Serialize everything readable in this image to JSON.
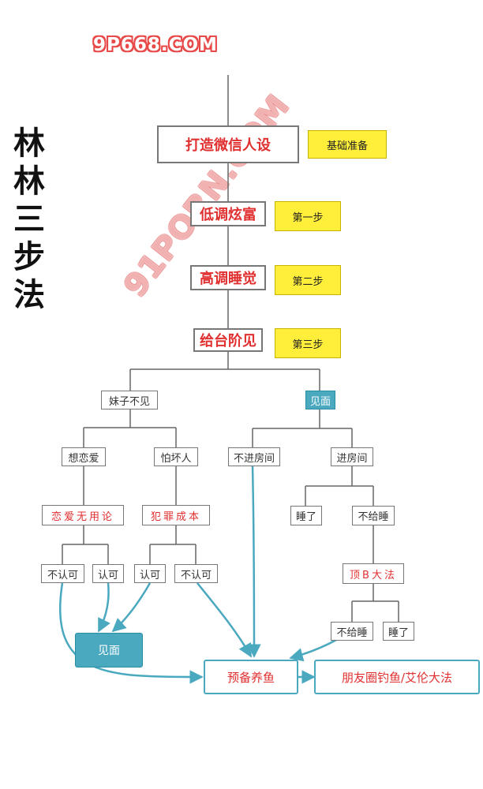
{
  "watermarks": {
    "top": "9P668.COM",
    "diagonal": "91PORN.COM"
  },
  "side_title": [
    "林",
    "林",
    "三",
    "步",
    "法"
  ],
  "steps": {
    "s1": {
      "label": "打造微信人设",
      "tag": "基础准备"
    },
    "s2": {
      "label": "低调炫富",
      "tag": "第一步"
    },
    "s3": {
      "label": "高调睡觉",
      "tag": "第二步"
    },
    "s4": {
      "label": "给台阶见",
      "tag": "第三步"
    }
  },
  "branches": {
    "no_meet": "妹子不见",
    "meet": "见面",
    "want_love": "想恋爱",
    "afraid_bad": "怕坏人",
    "love_useless": "恋爱无用论",
    "crime_cost": "犯罪成本",
    "reject_a": "不认可",
    "accept_a": "认可",
    "accept_b": "认可",
    "reject_b": "不认可",
    "no_room": "不进房间",
    "room": "进房间",
    "slept_a": "睡了",
    "no_sleep_a": "不给睡",
    "top_b": "顶B大法",
    "no_sleep_b": "不给睡",
    "slept_b": "睡了"
  },
  "outcomes": {
    "meet_final": "见面",
    "fish_pond": "预备养鱼",
    "moments": "朋友圈钓鱼/艾伦大法"
  },
  "colors": {
    "accent_red": "#e03030",
    "tag_yellow": "#ffef3a",
    "teal": "#4aa8bf",
    "line_gray": "#666666"
  }
}
